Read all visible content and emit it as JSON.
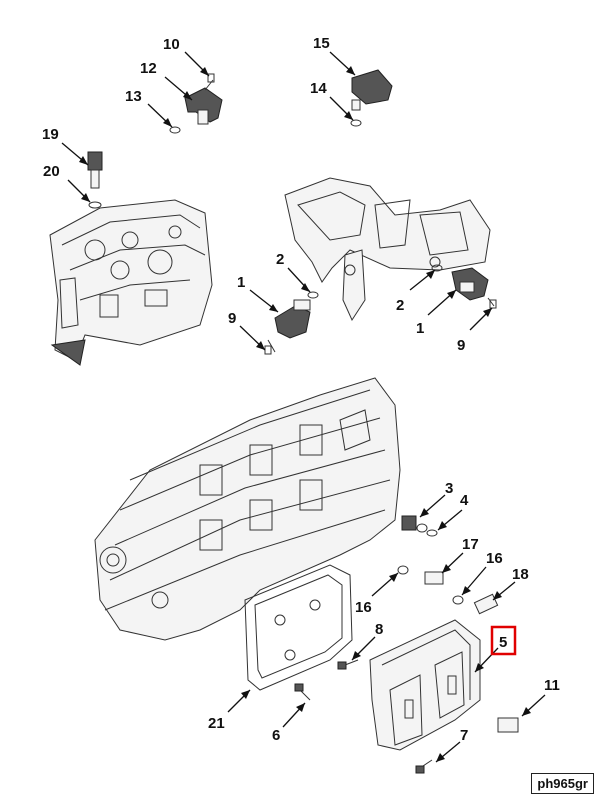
{
  "figure_code": "ph965gr",
  "callouts": [
    {
      "id": "c10",
      "text": "10",
      "highlight": false
    },
    {
      "id": "c12",
      "text": "12",
      "highlight": false
    },
    {
      "id": "c13",
      "text": "13",
      "highlight": false
    },
    {
      "id": "c15",
      "text": "15",
      "highlight": false
    },
    {
      "id": "c14",
      "text": "14",
      "highlight": false
    },
    {
      "id": "c19",
      "text": "19",
      "highlight": false
    },
    {
      "id": "c20",
      "text": "20",
      "highlight": false
    },
    {
      "id": "c2a",
      "text": "2",
      "highlight": false
    },
    {
      "id": "c1a",
      "text": "1",
      "highlight": false
    },
    {
      "id": "c9a",
      "text": "9",
      "highlight": false
    },
    {
      "id": "c2b",
      "text": "2",
      "highlight": false
    },
    {
      "id": "c1b",
      "text": "1",
      "highlight": false
    },
    {
      "id": "c9b",
      "text": "9",
      "highlight": false
    },
    {
      "id": "c3",
      "text": "3",
      "highlight": false
    },
    {
      "id": "c4",
      "text": "4",
      "highlight": false
    },
    {
      "id": "c17",
      "text": "17",
      "highlight": false
    },
    {
      "id": "c16a",
      "text": "16",
      "highlight": false
    },
    {
      "id": "c18",
      "text": "18",
      "highlight": false
    },
    {
      "id": "c16b",
      "text": "16",
      "highlight": false
    },
    {
      "id": "c5",
      "text": "5",
      "highlight": true
    },
    {
      "id": "c8",
      "text": "8",
      "highlight": false
    },
    {
      "id": "c11",
      "text": "11",
      "highlight": false
    },
    {
      "id": "c21",
      "text": "21",
      "highlight": false
    },
    {
      "id": "c6",
      "text": "6",
      "highlight": false
    },
    {
      "id": "c7",
      "text": "7",
      "highlight": false
    }
  ],
  "colors": {
    "highlight": "#e00000",
    "line": "#333333",
    "text": "#111111"
  }
}
